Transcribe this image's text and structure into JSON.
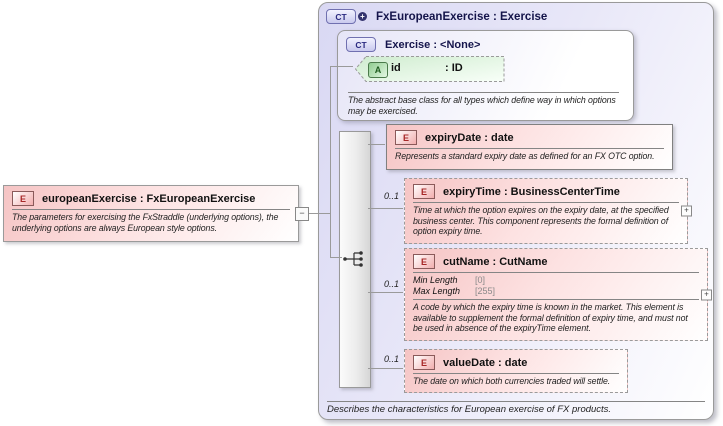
{
  "diagram": {
    "root_element": {
      "badge": "E",
      "title": "europeanExercise : FxEuropeanExercise",
      "doc": "The parameters for exercising the FxStraddle (underlying options), the underlying options are always European style options.",
      "collapse_glyph": "−"
    },
    "complex_type": {
      "badge": "CT",
      "expand_glyph": "+",
      "title": "FxEuropeanExercise : Exercise",
      "footer_doc": "Describes the characteristics for European exercise of FX products.",
      "base": {
        "badge": "CT",
        "title": "Exercise : <None>",
        "attribute": {
          "badge": "A",
          "name": "id",
          "type": ": ID"
        },
        "doc": "The abstract base class for all types which define way in which options may be exercised."
      },
      "children": [
        {
          "badge": "E",
          "title": "expiryDate : date",
          "cardinality": "",
          "doc": "Represents a standard expiry date as defined for an FX OTC option."
        },
        {
          "badge": "E",
          "title": "expiryTime : BusinessCenterTime",
          "cardinality": "0..1",
          "expand_glyph": "+",
          "doc": "Time at which the option expires on the expiry date, at the specified business center. This component represents the formal definition of option expiry time."
        },
        {
          "badge": "E",
          "title": "cutName : CutName",
          "cardinality": "0..1",
          "expand_glyph": "+",
          "facets": [
            {
              "label": "Min Length",
              "value": "[0]"
            },
            {
              "label": "Max Length",
              "value": "[255]"
            }
          ],
          "doc": "A code by which the expiry time is known in the market. This element is available to supplement the formal definition of expiry time, and must not be used in absence of the expiryTime element."
        },
        {
          "badge": "E",
          "title": "valueDate : date",
          "cardinality": "0..1",
          "doc": "The date on which both currencies traded will settle."
        }
      ]
    },
    "colors": {
      "element_pink": "#f5c4c4",
      "panel_lavender": "#d9d8f3",
      "attribute_green": "#cfeccf",
      "border_gray": "#9a9a9a"
    }
  }
}
